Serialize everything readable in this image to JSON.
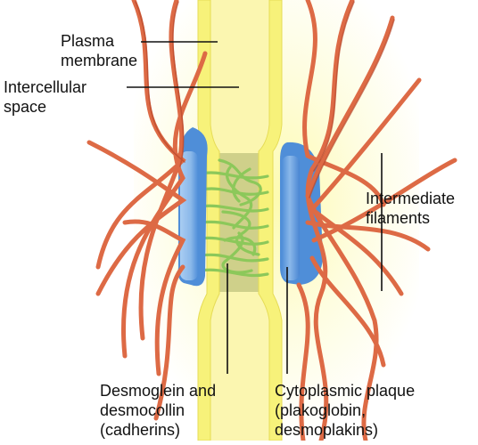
{
  "labels": {
    "plasma_membrane": [
      "Plasma",
      "membrane"
    ],
    "intercellular_space": [
      "Intercellular",
      "space"
    ],
    "intermediate_filaments": [
      "Intermediate",
      "filaments"
    ],
    "cadherins": [
      "Desmoglein and",
      "desmocollin",
      "(cadherins)"
    ],
    "plaque": [
      "Cytoplasmic plaque",
      "(plakoglobin,",
      "desmoplakins)"
    ]
  },
  "colors": {
    "membrane_yellow": "#f7f27a",
    "glow_yellow": "#fdfbc8",
    "gap_olive": "#cdcf7a",
    "plaque_blue": "#4f8ed8",
    "plaque_light": "#a9cdf2",
    "filament_orange": "#dd6a45",
    "cadherin_green": "#8cc85a",
    "leader_line": "#111111"
  }
}
